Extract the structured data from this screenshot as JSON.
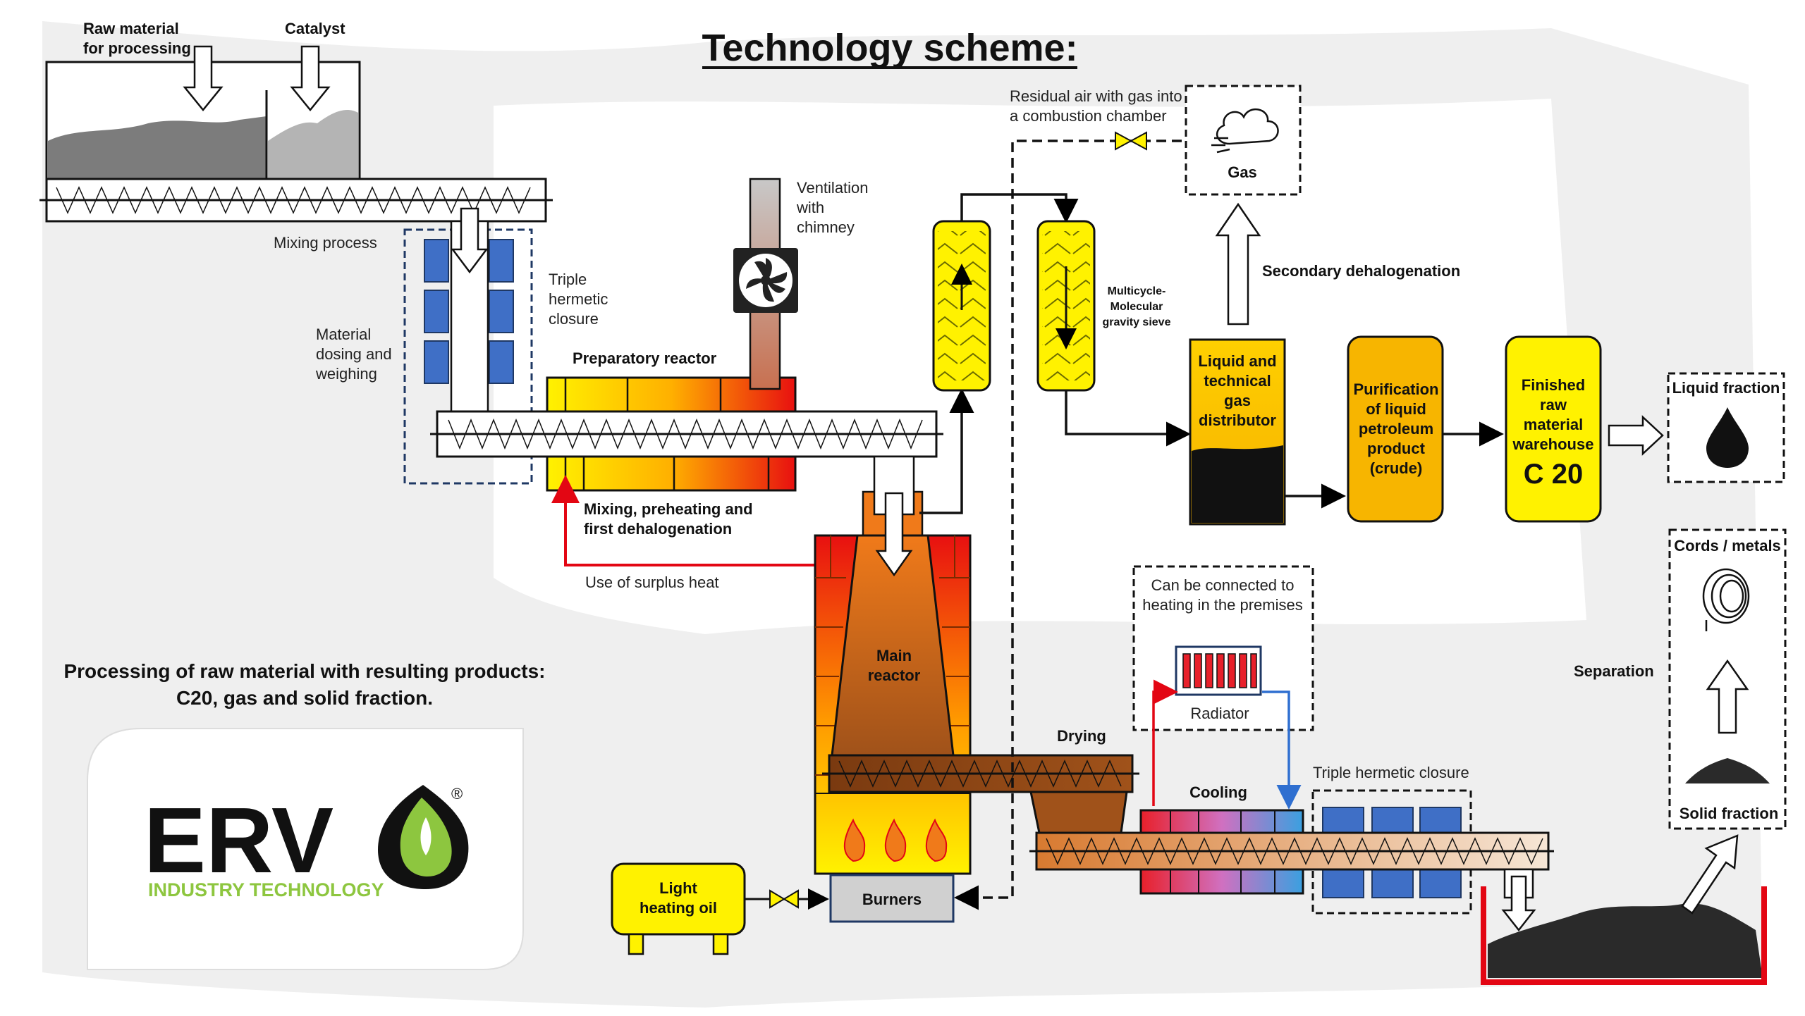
{
  "title": "Technology scheme:",
  "labels": {
    "raw_material_1": "Raw material",
    "raw_material_2": "for processing",
    "catalyst": "Catalyst",
    "mixing_process": "Mixing process",
    "triple_closure_1": "Triple",
    "triple_closure_2": "hermetic",
    "triple_closure_3": "closure",
    "dosing_1": "Material",
    "dosing_2": "dosing and",
    "dosing_3": "weighing",
    "preparatory_reactor": "Preparatory reactor",
    "ventilation_1": "Ventilation",
    "ventilation_2": "with",
    "ventilation_3": "chimney",
    "mixing_preheat_1": "Mixing, preheating and",
    "mixing_preheat_2": "first dehalogenation",
    "surplus_heat": "Use of surplus heat",
    "main_reactor_1": "Main",
    "main_reactor_2": "reactor",
    "residual_air_1": "Residual air with gas into",
    "residual_air_2": "a combustion chamber",
    "gas": "Gas",
    "secondary_dehalogenation": "Secondary dehalogenation",
    "sieve_1": "Multicycle-",
    "sieve_2": "Molecular",
    "sieve_3": "gravity sieve",
    "distributor_1": "Liquid and",
    "distributor_2": "technical",
    "distributor_3": "gas",
    "distributor_4": "distributor",
    "purification_1": "Purification",
    "purification_2": "of liquid",
    "purification_3": "petroleum",
    "purification_4": "product",
    "purification_5": "(crude)",
    "warehouse_1": "Finished",
    "warehouse_2": "raw",
    "warehouse_3": "material",
    "warehouse_4": "warehouse",
    "warehouse_5": "C 20",
    "liquid_fraction": "Liquid fraction",
    "cords_metals": "Cords / metals",
    "separation": "Separation",
    "solid_fraction": "Solid fraction",
    "heating_1": "Can be connected to",
    "heating_2": "heating in the premises",
    "radiator": "Radiator",
    "drying": "Drying",
    "cooling": "Cooling",
    "triple_closure_bottom": "Triple hermetic closure",
    "light_oil_1": "Light",
    "light_oil_2": "heating oil",
    "burners": "Burners",
    "processing_1": "Processing of raw material with resulting products:",
    "processing_2": "C20, gas and solid fraction.",
    "logo_main": "ERV",
    "logo_sub": "INDUSTRY TECHNOLOGY",
    "logo_reg": "®"
  },
  "colors": {
    "yellow": "#fff200",
    "orange": "#f7b500",
    "red": "#e30613",
    "brown": "#8b4513",
    "logo_green": "#8dc63f",
    "blue_block": "#3f6fc6"
  }
}
